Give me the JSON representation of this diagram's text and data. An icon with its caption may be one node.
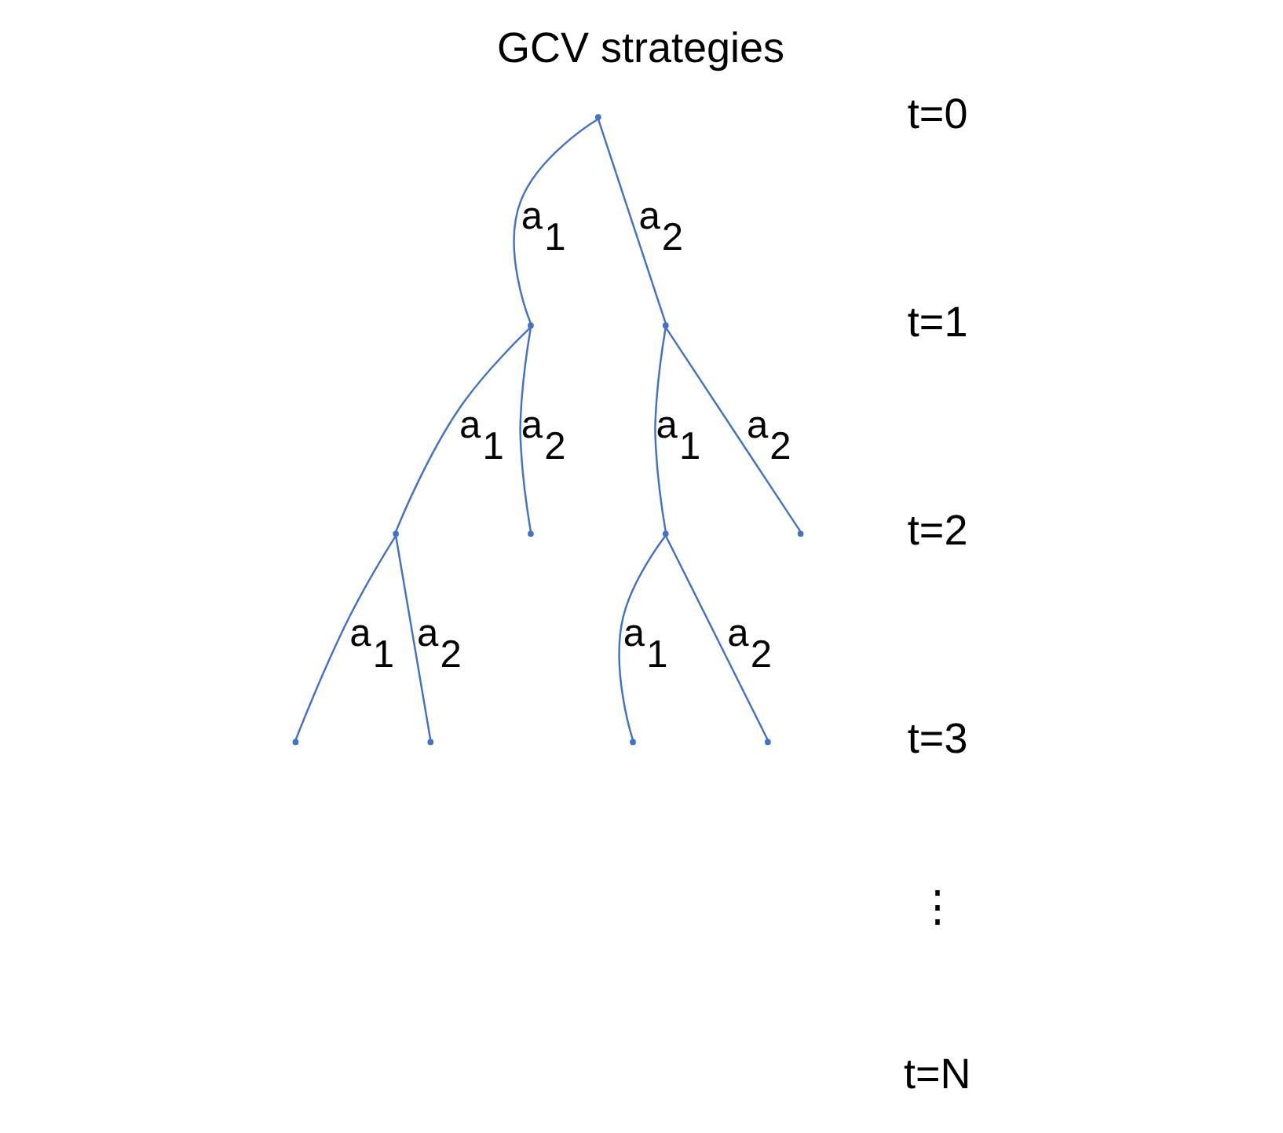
{
  "diagram": {
    "title": "GCV strategies",
    "nodes": [
      {
        "text": [],
        "shape": "point"
      },
      {
        "text": [],
        "shape": "point"
      },
      {
        "text": [],
        "shape": "point"
      },
      {
        "text": [],
        "shape": "point"
      },
      {
        "text": [],
        "shape": "point"
      },
      {
        "text": [],
        "shape": "point"
      },
      {
        "text": [],
        "shape": "point"
      },
      {
        "text": [],
        "shape": "point"
      },
      {
        "text": [],
        "shape": "point"
      },
      {
        "text": [],
        "shape": "point"
      },
      {
        "text": [],
        "shape": "point"
      }
    ],
    "edges": [
      {
        "from": 0,
        "to": 1,
        "arrow": "none",
        "label": "a$_{1}$"
      },
      {
        "from": 0,
        "to": 2,
        "arrow": "none",
        "label": "a$_{2}$"
      },
      {
        "from": 1,
        "to": 3,
        "arrow": "none",
        "label": "a$_{1}$"
      },
      {
        "from": 1,
        "to": 4,
        "arrow": "none",
        "label": "a$_{2}$"
      },
      {
        "from": 2,
        "to": 5,
        "arrow": "none",
        "label": "a$_{1}$"
      },
      {
        "from": 2,
        "to": 6,
        "arrow": "none",
        "label": "a$_{2}$"
      },
      {
        "from": 3,
        "to": 7,
        "arrow": "none",
        "label": "a$_{1}$"
      },
      {
        "from": 3,
        "to": 8,
        "arrow": "none",
        "label": "a$_{2}$"
      },
      {
        "from": 5,
        "to": 9,
        "arrow": "none",
        "label": "a$_{1}$"
      },
      {
        "from": 5,
        "to": 10,
        "arrow": "none",
        "label": "a$_{2}$"
      }
    ],
    "labels": [
      "t=0",
      "t=1",
      "t=2",
      "t=3",
      "⋮",
      "t=N"
    ]
  }
}
